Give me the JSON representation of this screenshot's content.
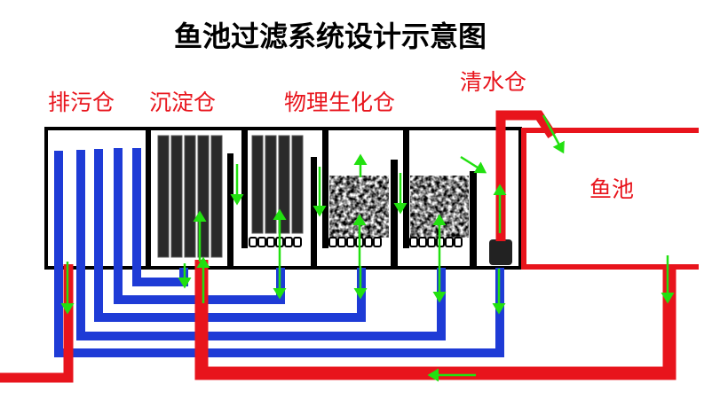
{
  "title": "鱼池过滤系统设计示意图",
  "labels": {
    "sewage": "排污仓",
    "sediment": "沉淀仓",
    "biochem": "物理生化仓",
    "clean": "清水仓",
    "pond": "鱼池"
  },
  "colors": {
    "water_pipe": "#e8141c",
    "drain_pipe": "#1e3bd6",
    "flow_arrow": "#22e010",
    "tank": "#000000"
  }
}
